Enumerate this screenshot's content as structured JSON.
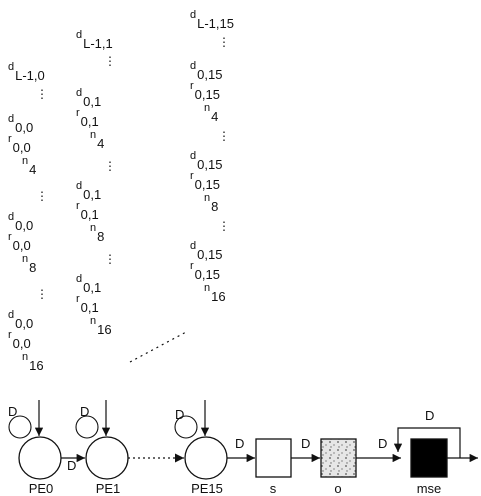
{
  "columns": [
    {
      "id": "pe0",
      "top_label": {
        "letter": "d",
        "sub": "L-1,0"
      },
      "blocks": [
        [
          {
            "letter": "d",
            "sub": "0,0"
          },
          {
            "letter": "r",
            "sub": "0,0"
          },
          {
            "letter": "n",
            "sub": "4"
          }
        ],
        [
          {
            "letter": "d",
            "sub": "0,0"
          },
          {
            "letter": "r",
            "sub": "0,0"
          },
          {
            "letter": "n",
            "sub": "8"
          }
        ],
        [
          {
            "letter": "d",
            "sub": "0,0"
          },
          {
            "letter": "r",
            "sub": "0,0"
          },
          {
            "letter": "n",
            "sub": "16"
          }
        ]
      ]
    },
    {
      "id": "pe1",
      "top_label": {
        "letter": "d",
        "sub": "L-1,1"
      },
      "blocks": [
        [
          {
            "letter": "d",
            "sub": "0,1"
          },
          {
            "letter": "r",
            "sub": "0,1"
          },
          {
            "letter": "n",
            "sub": "4"
          }
        ],
        [
          {
            "letter": "d",
            "sub": "0,1"
          },
          {
            "letter": "r",
            "sub": "0,1"
          },
          {
            "letter": "n",
            "sub": "8"
          }
        ],
        [
          {
            "letter": "d",
            "sub": "0,1"
          },
          {
            "letter": "r",
            "sub": "0,1"
          },
          {
            "letter": "n",
            "sub": "16"
          }
        ]
      ]
    },
    {
      "id": "pe15",
      "top_label": {
        "letter": "d",
        "sub": "L-1,15"
      },
      "blocks": [
        [
          {
            "letter": "d",
            "sub": "0,15"
          },
          {
            "letter": "r",
            "sub": "0,15"
          },
          {
            "letter": "n",
            "sub": "4"
          }
        ],
        [
          {
            "letter": "d",
            "sub": "0,15"
          },
          {
            "letter": "r",
            "sub": "0,15"
          },
          {
            "letter": "n",
            "sub": "8"
          }
        ],
        [
          {
            "letter": "d",
            "sub": "0,15"
          },
          {
            "letter": "r",
            "sub": "0,15"
          },
          {
            "letter": "n",
            "sub": "16"
          }
        ]
      ]
    }
  ],
  "vertical_ellipsis": "⋮",
  "nodes": [
    {
      "id": "pe0",
      "label": "PE0"
    },
    {
      "id": "pe1",
      "label": "PE1"
    },
    {
      "id": "pe15",
      "label": "PE15"
    },
    {
      "id": "s",
      "label": "s"
    },
    {
      "id": "o",
      "label": "o"
    },
    {
      "id": "mse",
      "label": "mse"
    }
  ],
  "delay_label": "D",
  "colors": {
    "line": "#111111",
    "mse_fill": "#000000",
    "o_fill": "#cfcfcf"
  }
}
